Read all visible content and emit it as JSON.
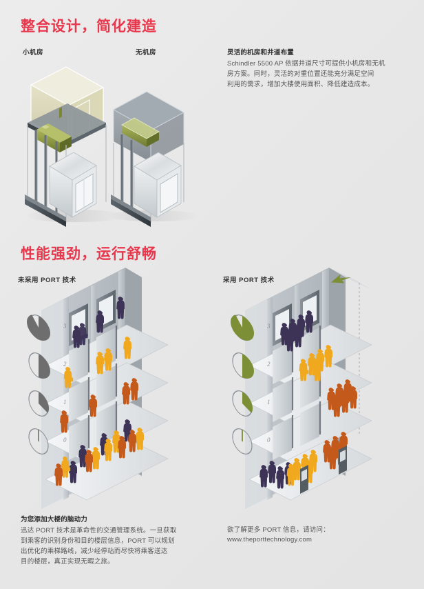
{
  "page": {
    "background_color": "#e9e9e9",
    "accent_color": "#e8364c"
  },
  "sections": [
    {
      "title": "整合设计，简化建造",
      "diagram_labels": [
        "小机房",
        "无机房"
      ],
      "text": {
        "heading": "灵活的机房和井道布置",
        "body_lines": [
          "Schindler 5500 AP 依据井道尺寸可提供小机房和无机",
          "房方案。同时，灵活的对重位置还能充分满足空间",
          "利用的需求，增加大楼使用面积、降低建造成本。"
        ]
      }
    },
    {
      "title": "性能强劲，运行舒畅",
      "diagram_labels": [
        "未采用 PORT 技术",
        "采用 PORT 技术"
      ],
      "text_left": {
        "heading": "为您添加大楼的脑动力",
        "body_lines": [
          "迅达 PORT 技术是革命性的交通管理系统。一旦获取",
          "到乘客的识别身份和目的楼层信息，PORT 可以规划",
          "出优化的乘梯路线，减少经停站而尽快将乘客送达",
          "目的楼层，真正实现无暇之旅。"
        ]
      },
      "text_right": {
        "line1": "欲了解更多 PORT 信息，请访问：",
        "line2": "www.theporttechnology.com"
      }
    }
  ],
  "diagrams": {
    "floor_labels": [
      "3",
      "2",
      "1",
      "0"
    ],
    "without_port": {
      "label": "未采用 PORT 技术",
      "gauge_color": "#6e6e6e",
      "gauge_fill_levels": [
        0.8,
        0.5,
        0.26,
        0.0
      ],
      "crowd_color_legend": [
        "#3c3357",
        "#f0a81e",
        "#c4591c"
      ]
    },
    "with_port": {
      "label": "采用 PORT 技术",
      "gauge_color": "#7c8f37",
      "gauge_fill_levels": [
        0.8,
        0.5,
        0.26,
        0.0
      ],
      "arrow_color": "#7c8f37",
      "terminal_count": 2
    },
    "machine_room": {
      "label": "小机房",
      "room_tint": "#cfc99b",
      "machine_color": "#8f9a3d"
    },
    "machine_roomless": {
      "label": "无机房",
      "shaft_tint": "#6f7d85",
      "machine_color": "#8f9a3d"
    }
  }
}
